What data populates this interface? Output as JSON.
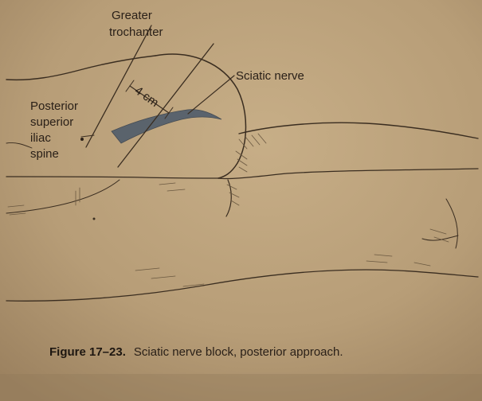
{
  "labels": {
    "greater_trochanter_line1": "Greater",
    "greater_trochanter_line2": "trochanter",
    "sciatic_nerve": "Sciatic nerve",
    "psis_line1": "Posterior",
    "psis_line2": "superior",
    "psis_line3": "iliac",
    "psis_line4": "spine",
    "distance": "4 cm"
  },
  "caption": {
    "number": "Figure 17–23.",
    "text": "Sciatic nerve block, posterior approach."
  },
  "colors": {
    "paper": "#b59c75",
    "nerve": "#55606c",
    "ink": "#3a2d20"
  }
}
